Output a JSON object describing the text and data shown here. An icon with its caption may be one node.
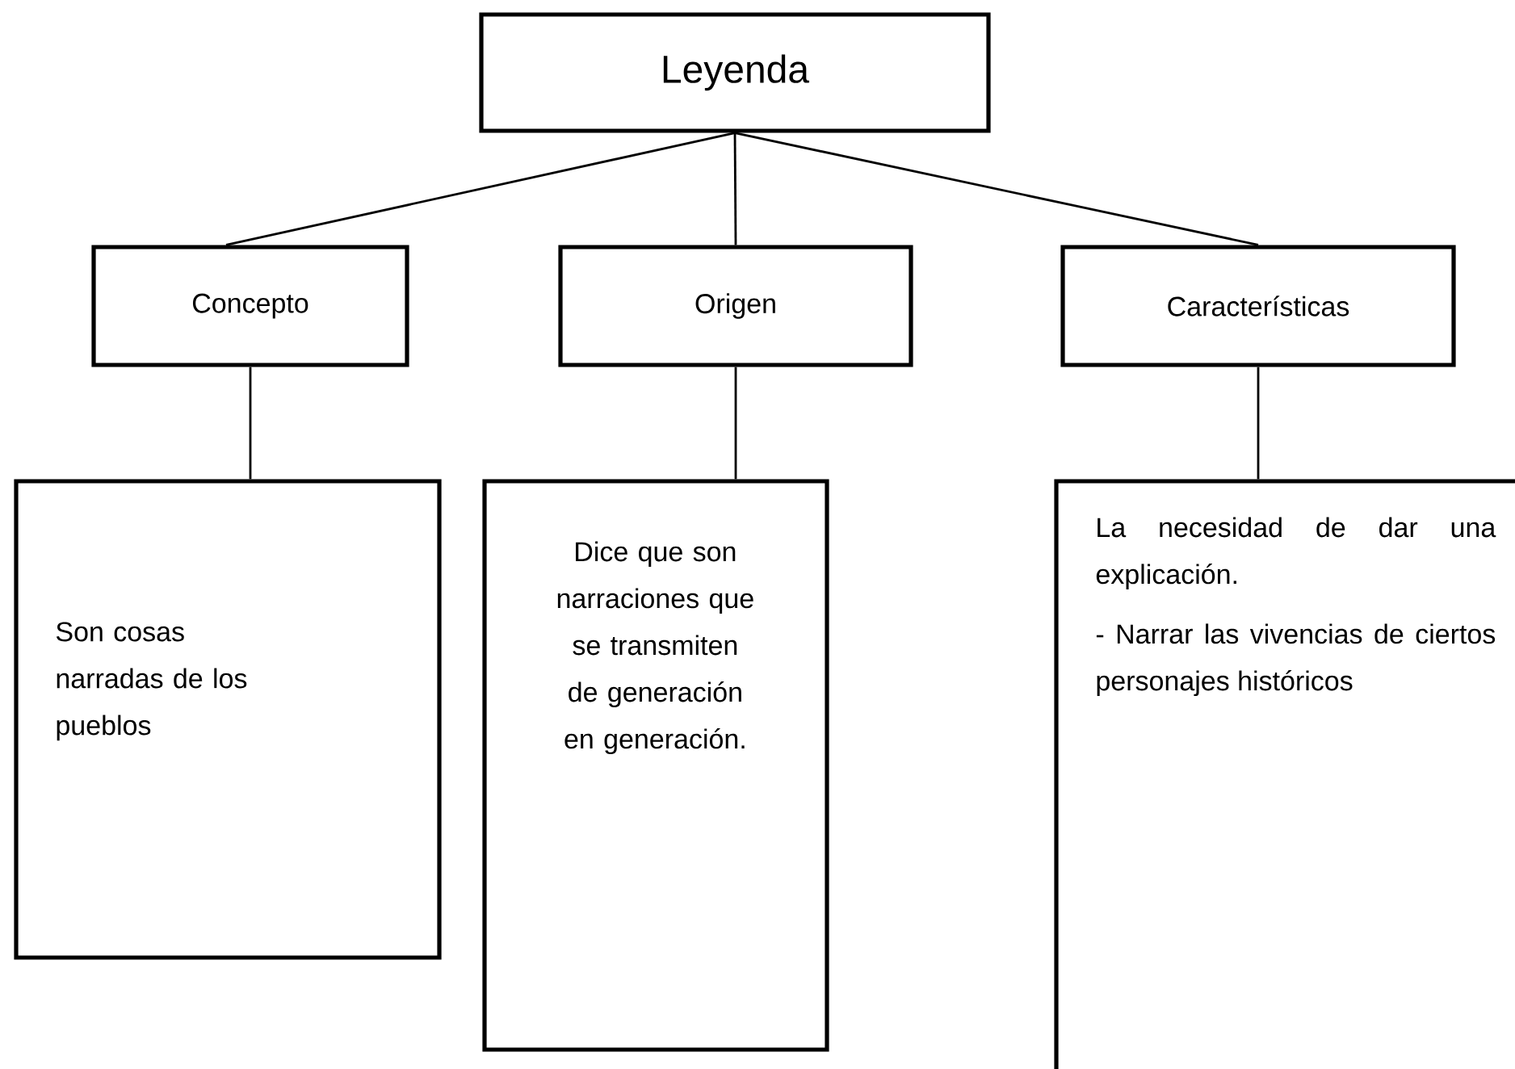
{
  "diagram": {
    "nodes": [
      {
        "text": [
          "Leyenda"
        ]
      },
      {
        "text": [
          "Concepto"
        ]
      },
      {
        "text": [
          "Origen"
        ]
      },
      {
        "text": [
          "Características"
        ]
      },
      {
        "text": [
          "Son cosas narradas de los pueblos"
        ]
      },
      {
        "text": [
          "Dice que son narraciones que se transmiten de generación en generación."
        ]
      },
      {
        "text": [
          "La necesidad de dar una explicación.",
          "- Narrar las vivencias de ciertos personajes históricos"
        ]
      }
    ],
    "edges": [
      {
        "from": 0,
        "to": 1,
        "arrow": "none"
      },
      {
        "from": 0,
        "to": 2,
        "arrow": "none"
      },
      {
        "from": 0,
        "to": 3,
        "arrow": "none"
      },
      {
        "from": 1,
        "to": 4,
        "arrow": "none"
      },
      {
        "from": 2,
        "to": 5,
        "arrow": "none"
      },
      {
        "from": 3,
        "to": 6,
        "arrow": "none"
      }
    ]
  }
}
